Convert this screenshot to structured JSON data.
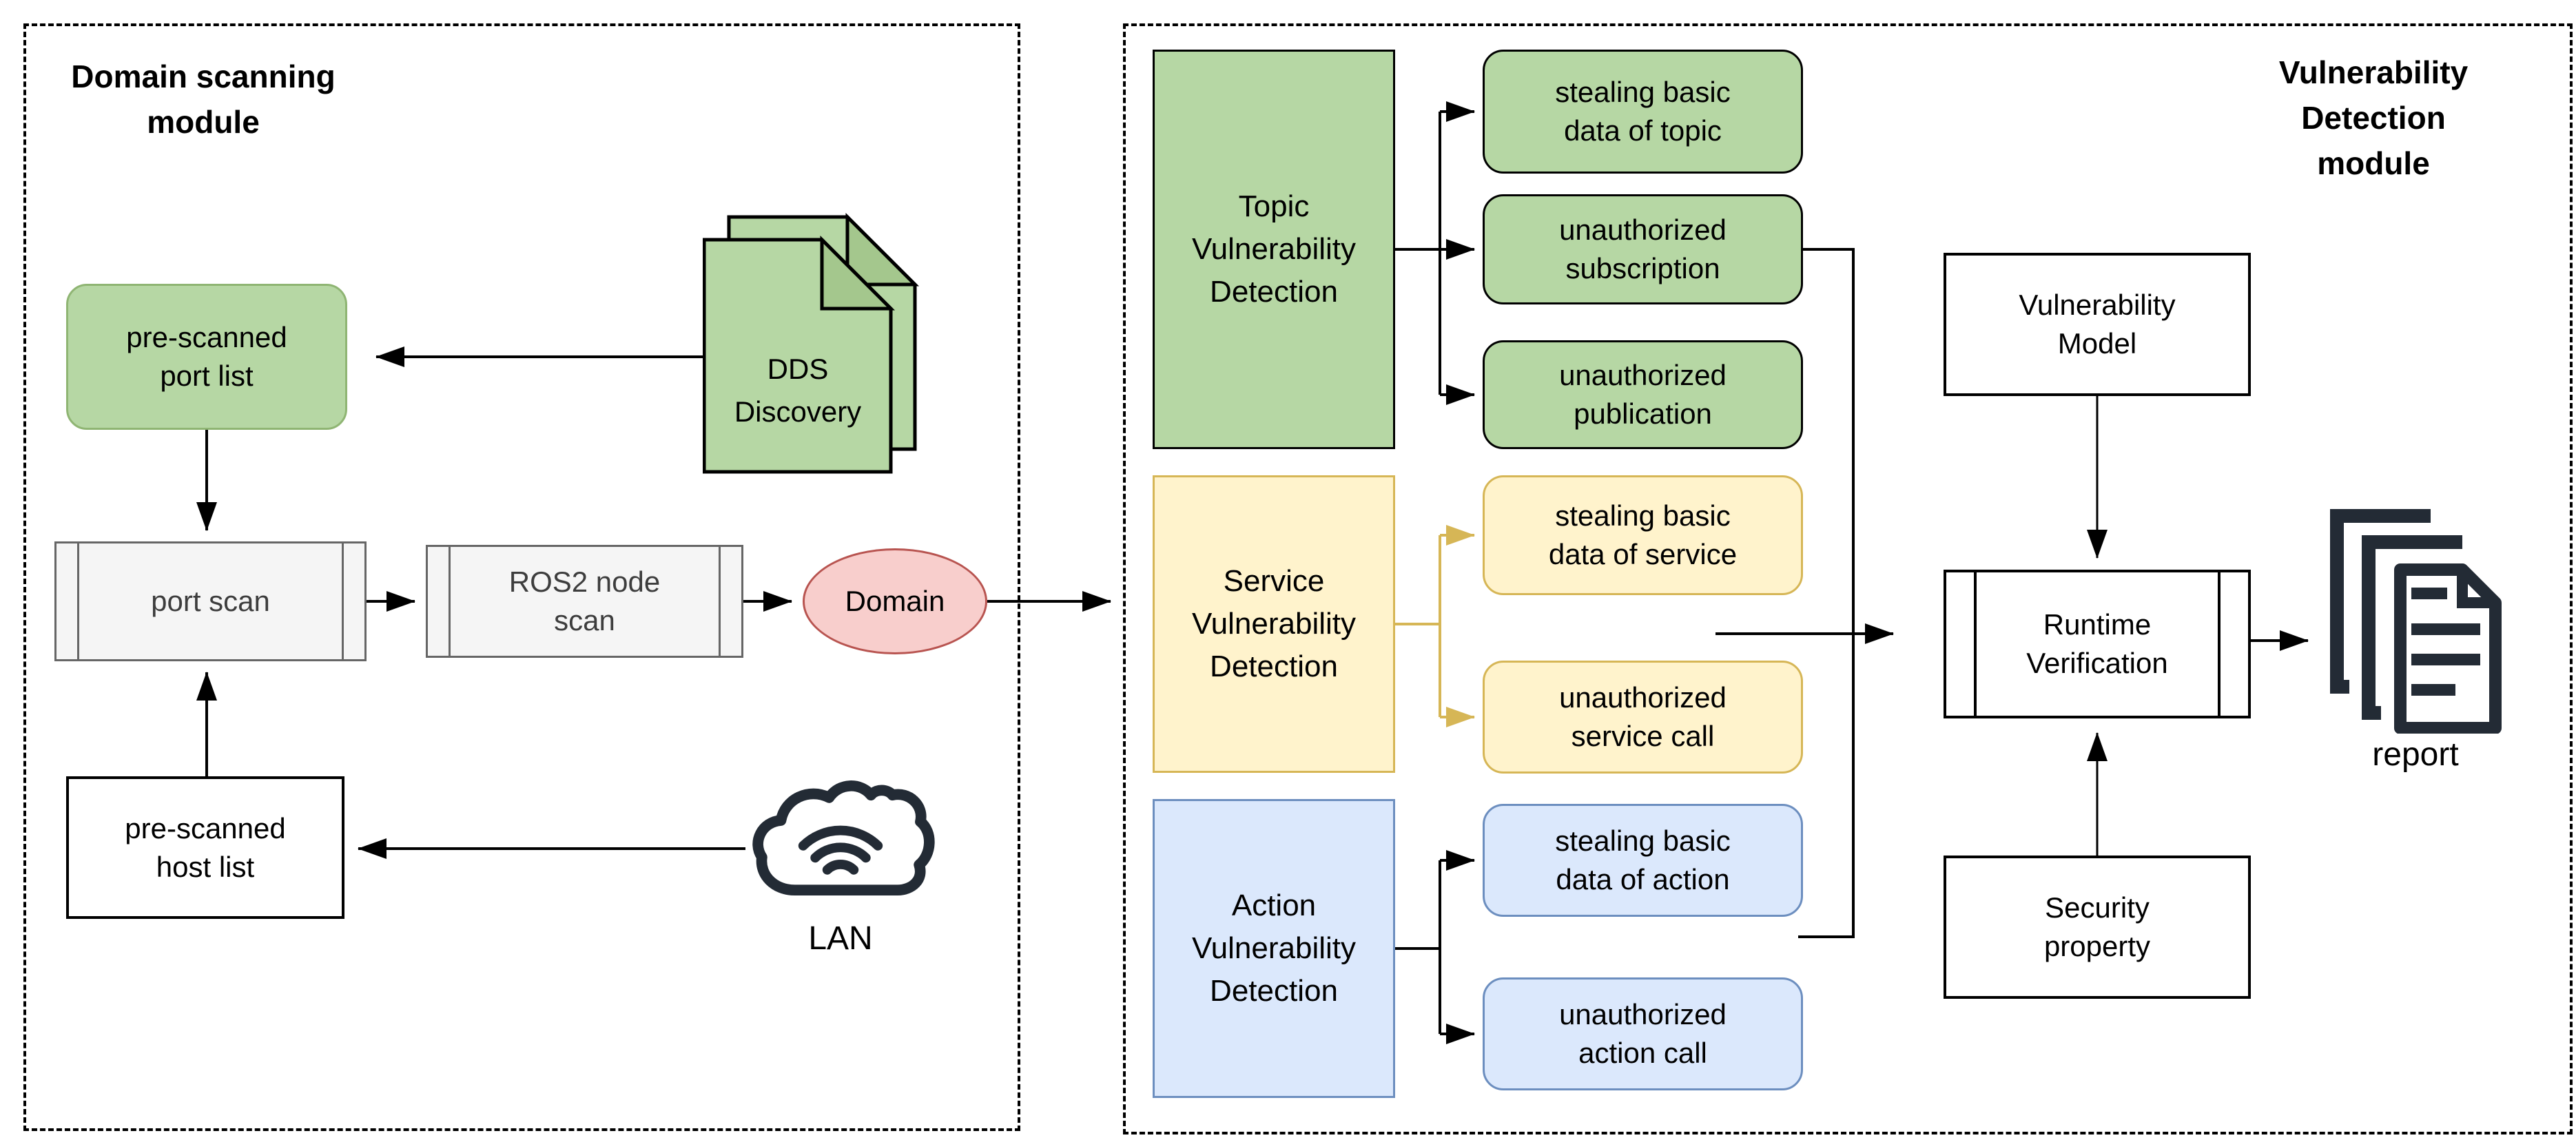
{
  "colors": {
    "green_fill": "#b6d7a4",
    "green_dark": "#a4c78d",
    "green_soft_stroke": "#8fb573",
    "yellow_fill": "#fff3cc",
    "yellow_stroke": "#d6b656",
    "blue_fill": "#dbe8fc",
    "blue_stroke": "#6c8ebf",
    "red_fill": "#f8cecc",
    "red_stroke": "#b85450",
    "gray_fill": "#f5f5f5",
    "gray_stroke": "#666666",
    "label_gray": "#3d3d3d",
    "navy": "#232b35"
  },
  "left": {
    "title": [
      "Domain scanning",
      "module"
    ],
    "port_list": [
      "pre-scanned",
      "port list"
    ],
    "dds": [
      "DDS",
      "Discovery"
    ],
    "port_scan": "port scan",
    "ros2": [
      "ROS2 node",
      "scan"
    ],
    "domain": "Domain",
    "host_list": [
      "pre-scanned",
      "host list"
    ],
    "lan": "LAN"
  },
  "right": {
    "title": [
      "Vulnerability",
      "Detection",
      "module"
    ],
    "topic": {
      "label": [
        "Topic",
        "Vulnerability",
        "Detection"
      ],
      "children": [
        [
          "stealing basic",
          "data of topic"
        ],
        [
          "unauthorized",
          "subscription"
        ],
        [
          "unauthorized",
          "publication"
        ]
      ]
    },
    "service": {
      "label": [
        "Service",
        "Vulnerability",
        "Detection"
      ],
      "children": [
        [
          "stealing basic",
          "data of service"
        ],
        [
          "unauthorized",
          "service call"
        ]
      ]
    },
    "action": {
      "label": [
        "Action",
        "Vulnerability",
        "Detection"
      ],
      "children": [
        [
          "stealing basic",
          "data of action"
        ],
        [
          "unauthorized",
          "action call"
        ]
      ]
    },
    "vuln_model": [
      "Vulnerability",
      "Model"
    ],
    "runtime": [
      "Runtime",
      "Verification"
    ],
    "security": [
      "Security",
      "property"
    ],
    "report": "report"
  }
}
